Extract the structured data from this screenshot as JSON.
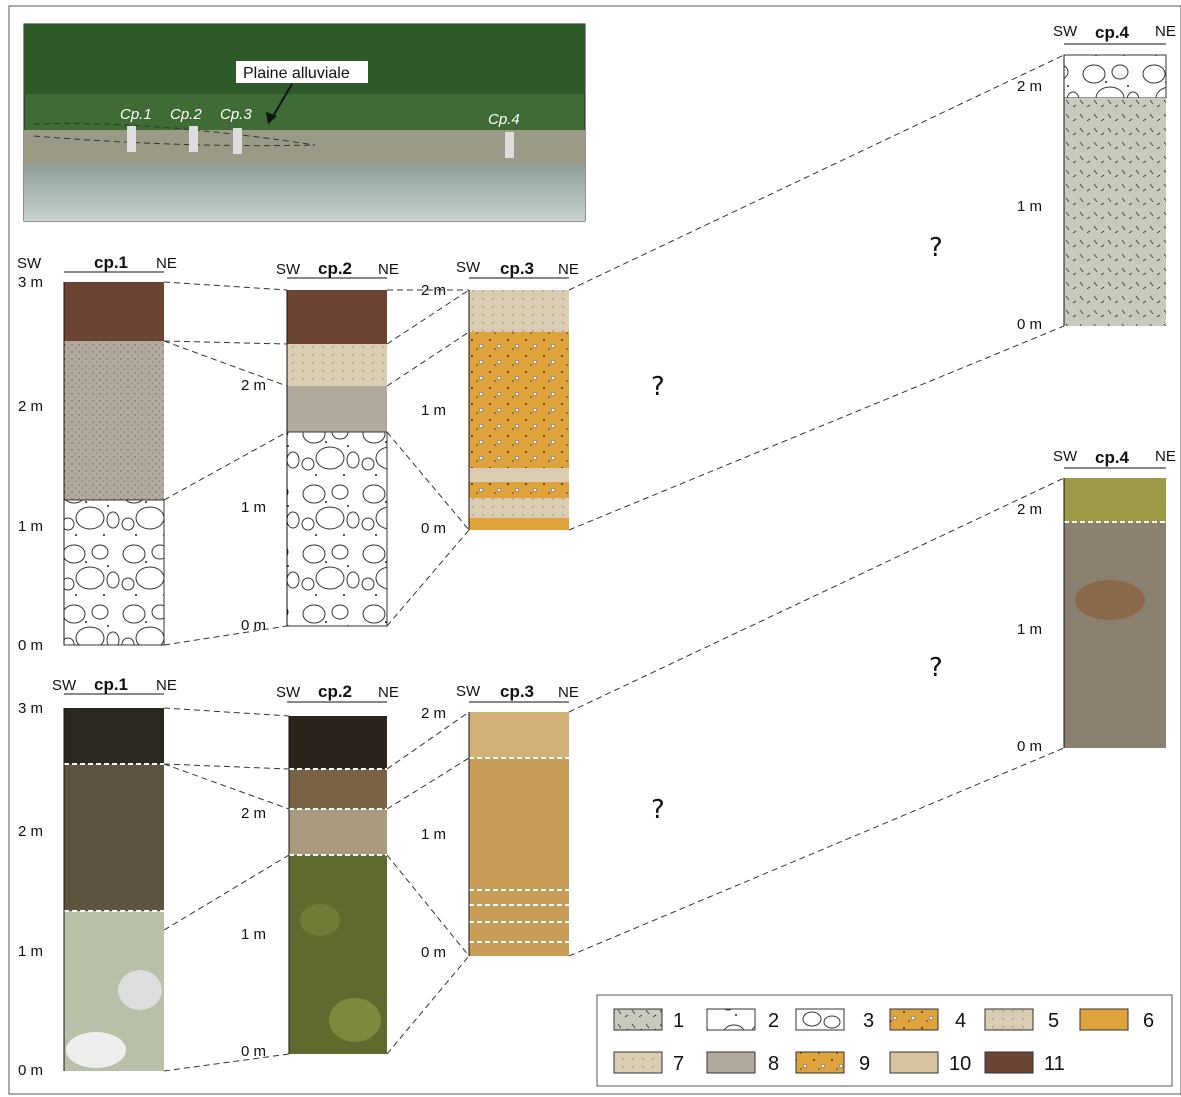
{
  "photo": {
    "callout": "Plaine alluviale",
    "markers": [
      "Cp.1",
      "Cp.2",
      "Cp.3",
      "Cp.4"
    ]
  },
  "orientation": {
    "left": "SW",
    "right": "NE"
  },
  "profiles": {
    "cp1": "cp.1",
    "cp2": "cp.2",
    "cp3": "cp.3",
    "cp4": "cp.4"
  },
  "depth_ticks": {
    "m0": "0 m",
    "m1": "1 m",
    "m2": "2 m",
    "m3": "3 m"
  },
  "unknown_marker": "?",
  "legend": [
    "1",
    "2",
    "3",
    "4",
    "5",
    "6",
    "7",
    "8",
    "9",
    "10",
    "11"
  ],
  "colors": {
    "unit1_silt": "#c9cabd",
    "unit4_orange": "#e0a23a",
    "unit7_sand": "#d9ccb0",
    "unit8_grey": "#b1aa9c",
    "unit10_tan": "#d8c3a0",
    "unit11_brown": "#6b4433"
  }
}
